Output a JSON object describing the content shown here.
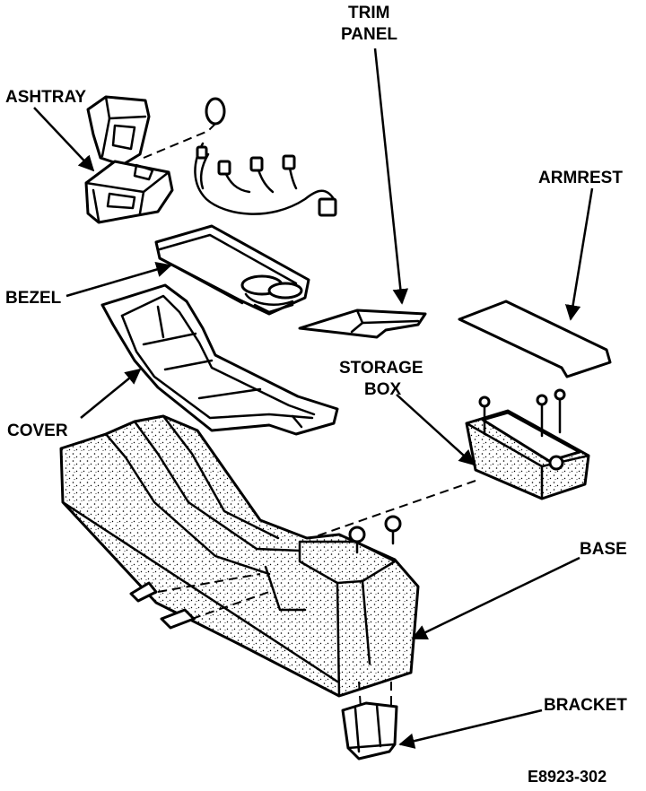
{
  "labels": {
    "trim_panel_line1": "TRIM",
    "trim_panel_line2": "PANEL",
    "ashtray": "ASHTRAY",
    "armrest": "ARMREST",
    "bezel": "BEZEL",
    "storage_box_line1": "STORAGE",
    "storage_box_line2": "BOX",
    "cover": "COVER",
    "base": "BASE",
    "bracket": "BRACKET"
  },
  "figure_code": "E8923-302"
}
